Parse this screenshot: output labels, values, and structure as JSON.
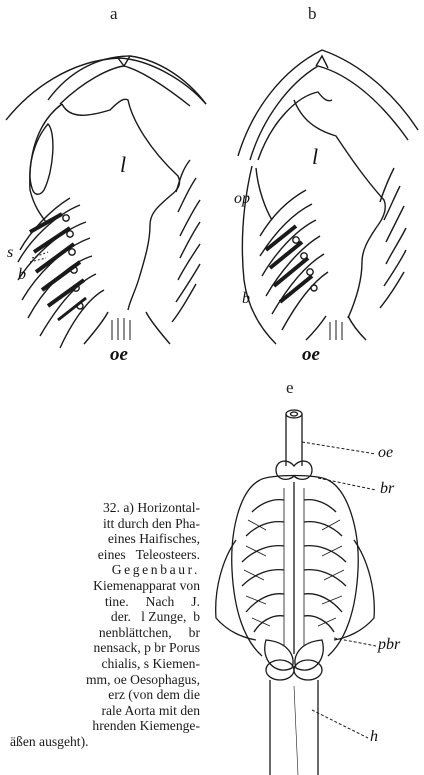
{
  "figure": {
    "panels": [
      {
        "id": "a",
        "letter": "a",
        "labels": {
          "l": "l",
          "s": "s",
          "b": "b",
          "oe": "oe"
        }
      },
      {
        "id": "b",
        "letter": "b",
        "labels": {
          "l": "l",
          "op": "op",
          "b": "b",
          "oe": "oe"
        }
      },
      {
        "id": "e",
        "letter": "e",
        "labels": {
          "oe": "oe",
          "br": "br",
          "pbr": "pbr",
          "h": "h"
        }
      }
    ]
  },
  "caption": {
    "lines": [
      "32. a) Horizontal-",
      "itt durch den Pha-",
      "eines Haifisches,",
      "eines   Teleosteers.",
      "Gegenbaur.",
      "Kiemenapparat von",
      "tine.     Nach     J.",
      "der.   l Zunge,  b",
      "nenblättchen,     br",
      "nensack, p br Porus",
      "chialis, s Kiemen-",
      "mm, oe Oesophagus,",
      "erz (von dem die",
      "rale Aorta mit den",
      "hrenden Kiemenge-",
      "äßen ausgeht)."
    ]
  }
}
